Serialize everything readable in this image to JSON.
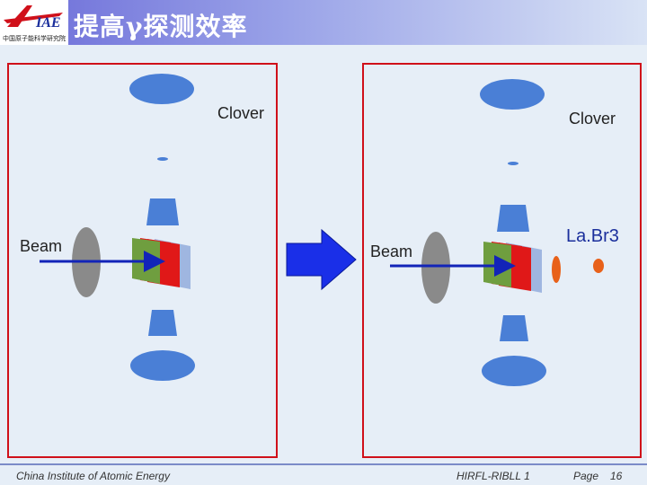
{
  "header": {
    "title": "提高γ探测效率",
    "logo_text": "IAE",
    "logo_subtext": "中国原子能科学研究院"
  },
  "left_panel": {
    "clover_label": "Clover",
    "beam_label": "Beam"
  },
  "right_panel": {
    "clover_label": "Clover",
    "beam_label": "Beam",
    "labr3_label": "La.Br3"
  },
  "footer": {
    "institute": "China Institute of Atomic Energy",
    "group": "HIRFL-RIBLL 1",
    "page_label": "Page",
    "page_number": "16"
  },
  "colors": {
    "detector_blue": "#4a7fd6",
    "target_gray": "#8a8a8a",
    "beam_arrow": "#1224b8",
    "frame_red": "#d0101a",
    "labr3_orange": "#e8611a",
    "layer_green": "#6f9e3f",
    "layer_red": "#e01818"
  },
  "icons": [
    "right-arrow-icon"
  ]
}
